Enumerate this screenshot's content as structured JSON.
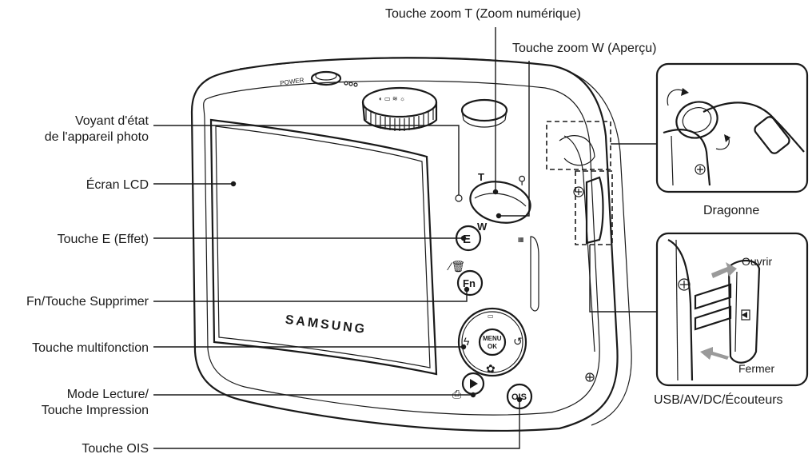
{
  "labels": {
    "zoom_t": "Touche zoom T (Zoom numérique)",
    "zoom_w": "Touche zoom W (Aperçu)",
    "status_lamp_1": "Voyant d'état",
    "status_lamp_2": "de l'appareil photo",
    "lcd": "Écran LCD",
    "e_button": "Touche E (Effet)",
    "fn_button": "Fn/Touche Supprimer",
    "multi_button": "Touche multifonction",
    "playback_1": "Mode Lecture/",
    "playback_2": "Touche Impression",
    "ois_button": "Touche OIS",
    "strap": "Dragonne",
    "open": "Ouvrir",
    "close": "Fermer",
    "ports": "USB/AV/DC/Écouteurs"
  },
  "camera": {
    "brand": "SAMSUNG",
    "power": "POWER",
    "zoom_t_mark": "T",
    "zoom_w_mark": "W",
    "e_key": "E",
    "fn_key": "Fn",
    "menu_key_1": "MENU",
    "menu_key_2": "OK",
    "ois_key": "OIS"
  }
}
